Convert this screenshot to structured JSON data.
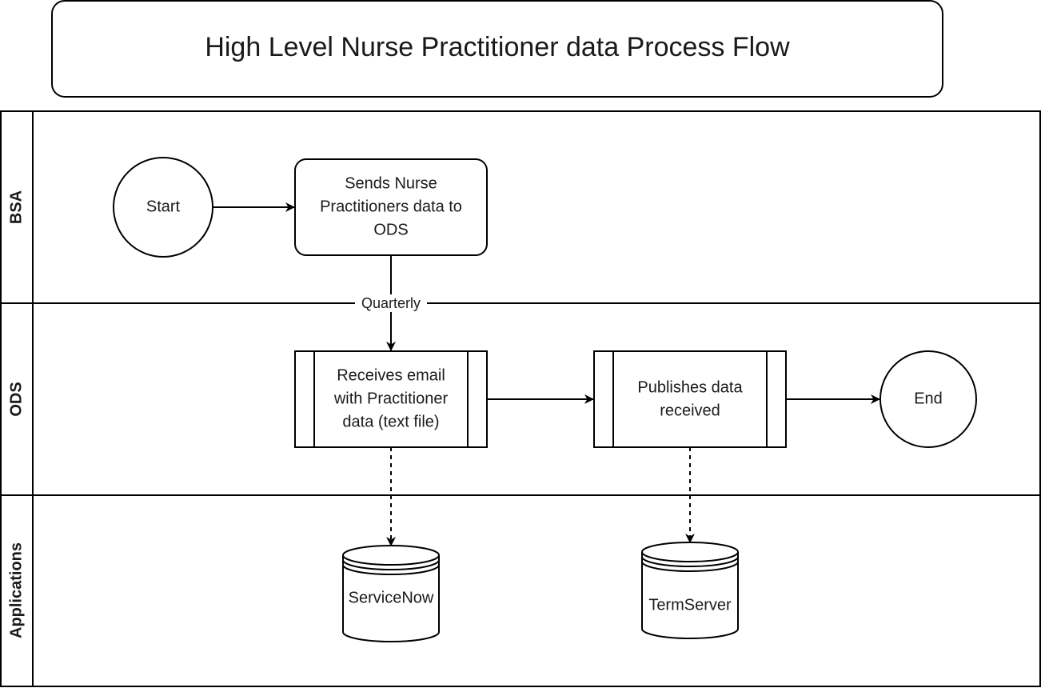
{
  "title": "High Level Nurse Practitioner data Process Flow",
  "lanes": {
    "bsa": "BSA",
    "ods": "ODS",
    "applications": "Applications"
  },
  "nodes": {
    "start": "Start",
    "sends": [
      "Sends Nurse",
      "Practitioners data to",
      "ODS"
    ],
    "receives": [
      "Receives email",
      "with Practitioner",
      "data (text file)"
    ],
    "publishes": [
      "Publishes data",
      "received"
    ],
    "end": "End",
    "servicenow": "ServiceNow",
    "termserver": "TermServer"
  },
  "edges": {
    "quarterly": "Quarterly"
  }
}
